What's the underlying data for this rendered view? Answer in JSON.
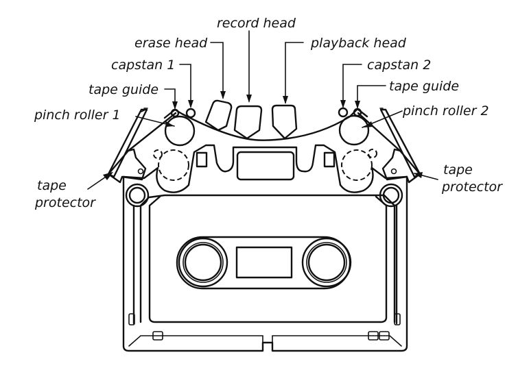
{
  "diagram": {
    "subject": "Compact cassette in tape deck transport",
    "labels": {
      "record_head": "record head",
      "erase_head": "erase head",
      "playback_head": "playback head",
      "capstan_1": "capstan 1",
      "capstan_2": "capstan 2",
      "tape_guide_left": "tape guide",
      "tape_guide_right": "tape guide",
      "pinch_roller_1": "pinch roller 1",
      "pinch_roller_2": "pinch roller 2",
      "tape_protector_left_line1": "tape",
      "tape_protector_left_line2": "protector",
      "tape_protector_right_line1": "tape",
      "tape_protector_right_line2": "protector"
    }
  }
}
